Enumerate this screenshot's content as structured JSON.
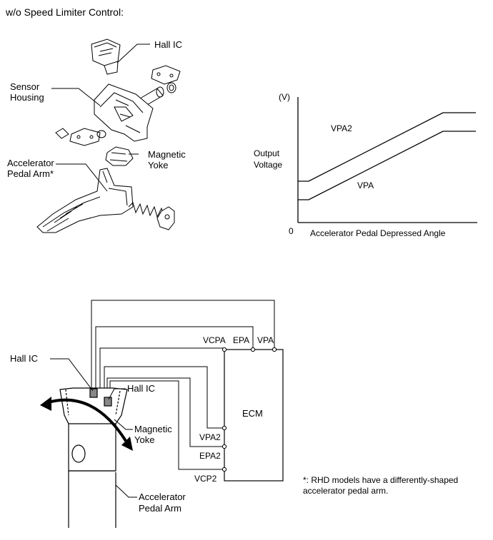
{
  "heading": "w/o Speed Limiter Control:",
  "assembly": {
    "hall_ic": "Hall IC",
    "sensor_housing_line1": "Sensor",
    "sensor_housing_line2": "Housing",
    "magnetic_yoke_line1": "Magnetic",
    "magnetic_yoke_line2": "Yoke",
    "pedal_arm_line1": "Accelerator",
    "pedal_arm_line2": "Pedal Arm*"
  },
  "graph": {
    "unit": "(V)",
    "ylabel_line1": "Output",
    "ylabel_line2": "Voltage",
    "origin": "0",
    "xlabel": "Accelerator Pedal Depressed Angle",
    "vpa2": "VPA2",
    "vpa": "VPA"
  },
  "circuit": {
    "ecm": "ECM",
    "vcpa": "VCPA",
    "epa": "EPA",
    "vpa": "VPA",
    "vpa2": "VPA2",
    "epa2": "EPA2",
    "vcp2": "VCP2",
    "hall_ic_left": "Hall IC",
    "hall_ic_right": "Hall IC",
    "magnetic_yoke_line1": "Magnetic",
    "magnetic_yoke_line2": "Yoke",
    "pedal_arm_line1": "Accelerator",
    "pedal_arm_line2": "Pedal Arm"
  },
  "footnote_line1": "*: RHD models have a differently-shaped",
  "footnote_line2": "accelerator pedal arm."
}
